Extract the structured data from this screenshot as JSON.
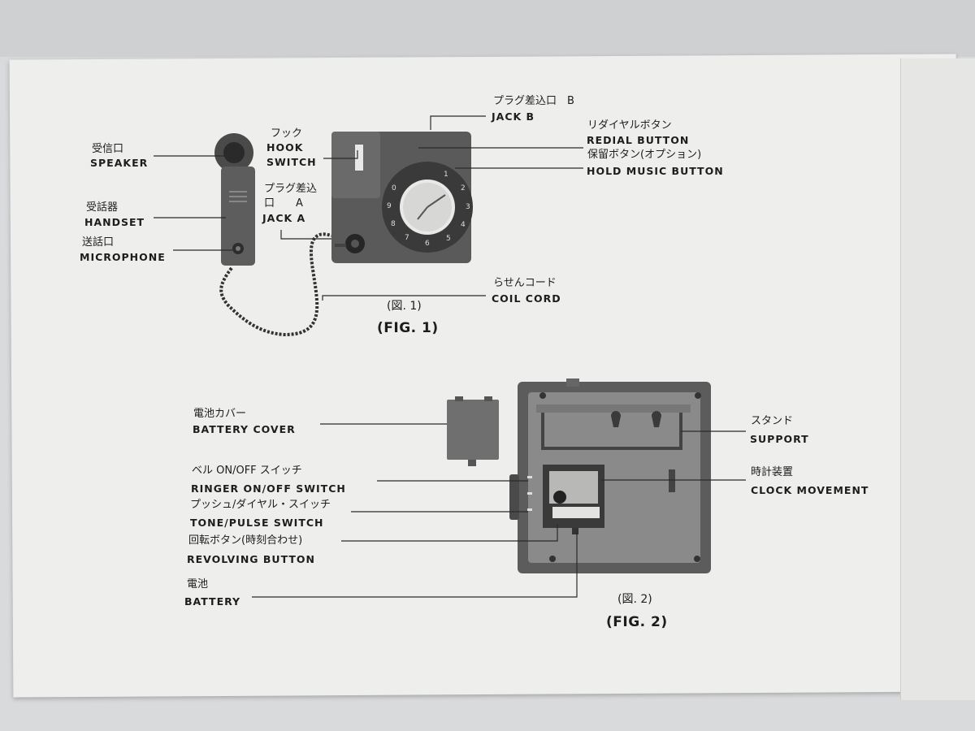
{
  "figure1": {
    "caption_jp": "(図. 1)",
    "caption_en": "(FIG. 1)",
    "labels": {
      "speaker_jp": "受信口",
      "speaker_en": "SPEAKER",
      "handset_jp": "受話器",
      "handset_en": "HANDSET",
      "microphone_jp": "送話口",
      "microphone_en": "MICROPHONE",
      "hook_jp": "フック",
      "hook_en1": "HOOK",
      "hook_en2": "SWITCH",
      "jacka_jp1": "プラグ差込",
      "jacka_jp2": "口　　A",
      "jacka_en": "JACK A",
      "jackb_jp": "プラグ差込口　B",
      "jackb_en": "JACK B",
      "redial_jp": "リダイヤルボタン",
      "redial_en": "REDIAL BUTTON",
      "hold_jp": "保留ボタン(オプション)",
      "hold_en": "HOLD MUSIC BUTTON",
      "coil_jp": "らせんコード",
      "coil_en": "COIL CORD"
    },
    "dial_numbers": [
      "1",
      "2",
      "3",
      "4",
      "5",
      "6",
      "7",
      "8",
      "9",
      "0"
    ]
  },
  "figure2": {
    "caption_jp": "(図. 2)",
    "caption_en": "(FIG. 2)",
    "labels": {
      "cover_jp": "電池カバー",
      "cover_en": "BATTERY COVER",
      "ringer_jp": "ベル ON/OFF スイッチ",
      "ringer_en": "RINGER ON/OFF SWITCH",
      "tone_jp": "プッシュ/ダイヤル・スイッチ",
      "tone_en": "TONE/PULSE SWITCH",
      "revolving_jp": "回転ボタン(時刻合わせ)",
      "revolving_en": "REVOLVING BUTTON",
      "battery_jp": "電池",
      "battery_en": "BATTERY",
      "support_jp": "スタンド",
      "support_en": "SUPPORT",
      "clock_jp": "時計装置",
      "clock_en": "CLOCK MOVEMENT"
    }
  },
  "colors": {
    "paper": "#eeeeec",
    "ink": "#1d1d1d",
    "device": "#5a5a5a"
  }
}
